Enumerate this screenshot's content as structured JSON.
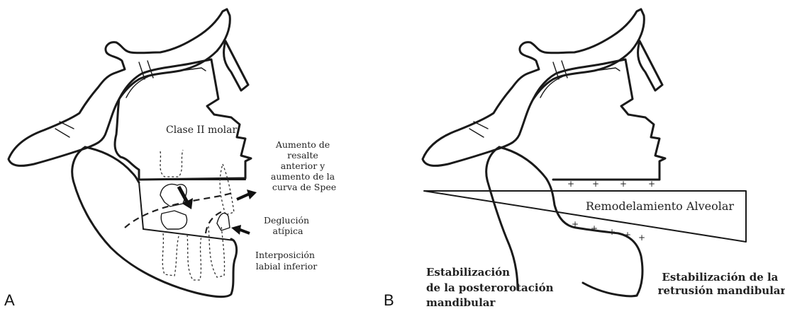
{
  "panel_a": {
    "letter": "A",
    "labels": {
      "molar": "Clase II molar",
      "overjet": [
        "Aumento de",
        "resalte",
        "anterior y",
        "aumento de la",
        "curva de Spee"
      ],
      "swallow": [
        "Deglución",
        "atípica"
      ],
      "lip": [
        "Interposición",
        "labial inferior"
      ]
    }
  },
  "panel_b": {
    "letter": "B",
    "labels": {
      "remodel": "Remodelamiento Alveolar",
      "post_rot": [
        "Estabilización",
        "de la posterorotación",
        "mandibular"
      ],
      "retrusion": [
        "Estabilización de la",
        "retrusión mandibular"
      ]
    },
    "plus_sign": "+"
  }
}
